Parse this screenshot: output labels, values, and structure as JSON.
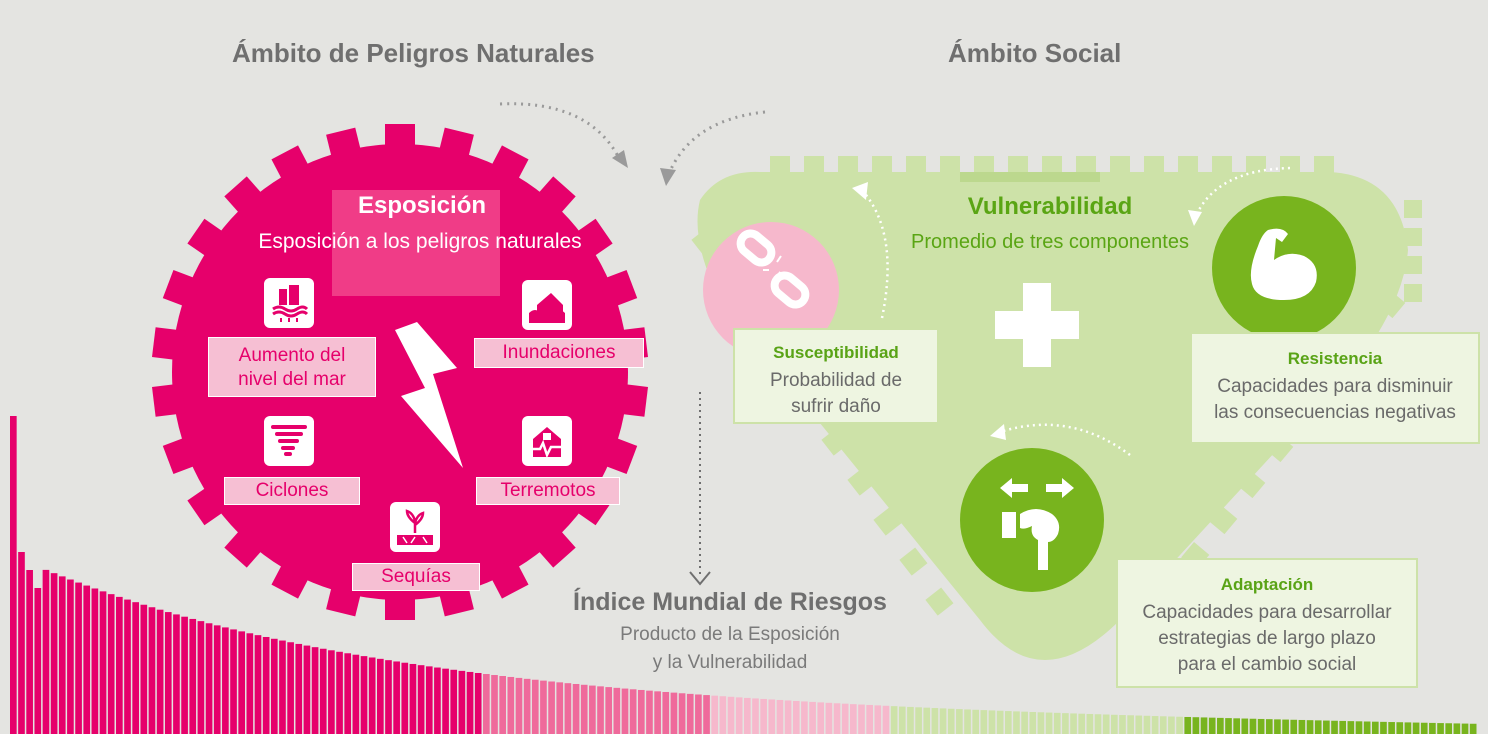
{
  "domains": {
    "hazards_title": "Ámbito de Peligros Naturales",
    "social_title": "Ámbito Social"
  },
  "exposure": {
    "title": "Esposición",
    "subtitle": "Esposición a los peligros naturales",
    "hazards": {
      "sea_level_line1": "Aumento del",
      "sea_level_line2": "nivel del mar",
      "floods": "Inundaciones",
      "cyclones": "Ciclones",
      "earthquakes": "Terremotos",
      "droughts": "Sequías"
    },
    "icons": [
      "sea-level-icon",
      "flood-icon",
      "cyclone-icon",
      "earthquake-icon",
      "drought-icon",
      "lightning-icon"
    ]
  },
  "vulnerability": {
    "title": "Vulnerabilidad",
    "subtitle": "Promedio de tres componentes",
    "susceptibility": {
      "title": "Susceptibilidad",
      "line1": "Probabilidad de",
      "line2": "sufrir daño"
    },
    "resistance": {
      "title": "Resistencia",
      "line1": "Capacidades para disminuir",
      "line2": "las consecuencias negativas"
    },
    "adaptation": {
      "title": "Adaptación",
      "line1": "Capacidades para desarrollar",
      "line2": "estrategias de largo plazo",
      "line3": "para el cambio social"
    },
    "icons": [
      "broken-chain-icon",
      "flexed-arm-icon",
      "hand-arrows-icon",
      "plus-icon"
    ]
  },
  "index": {
    "title": "Índice Mundial de Riesgos",
    "line1": "Producto de la Esposición",
    "line2": "y la Vulnerabilidad"
  },
  "colors": {
    "background": "#e4e4e1",
    "exposure": "#e6006b",
    "exposure_light": "#f6bfd3",
    "vulnerability": "#cde2a8",
    "vulnerability_dark": "#78b41e",
    "text_gray": "#6f6f6f"
  }
}
